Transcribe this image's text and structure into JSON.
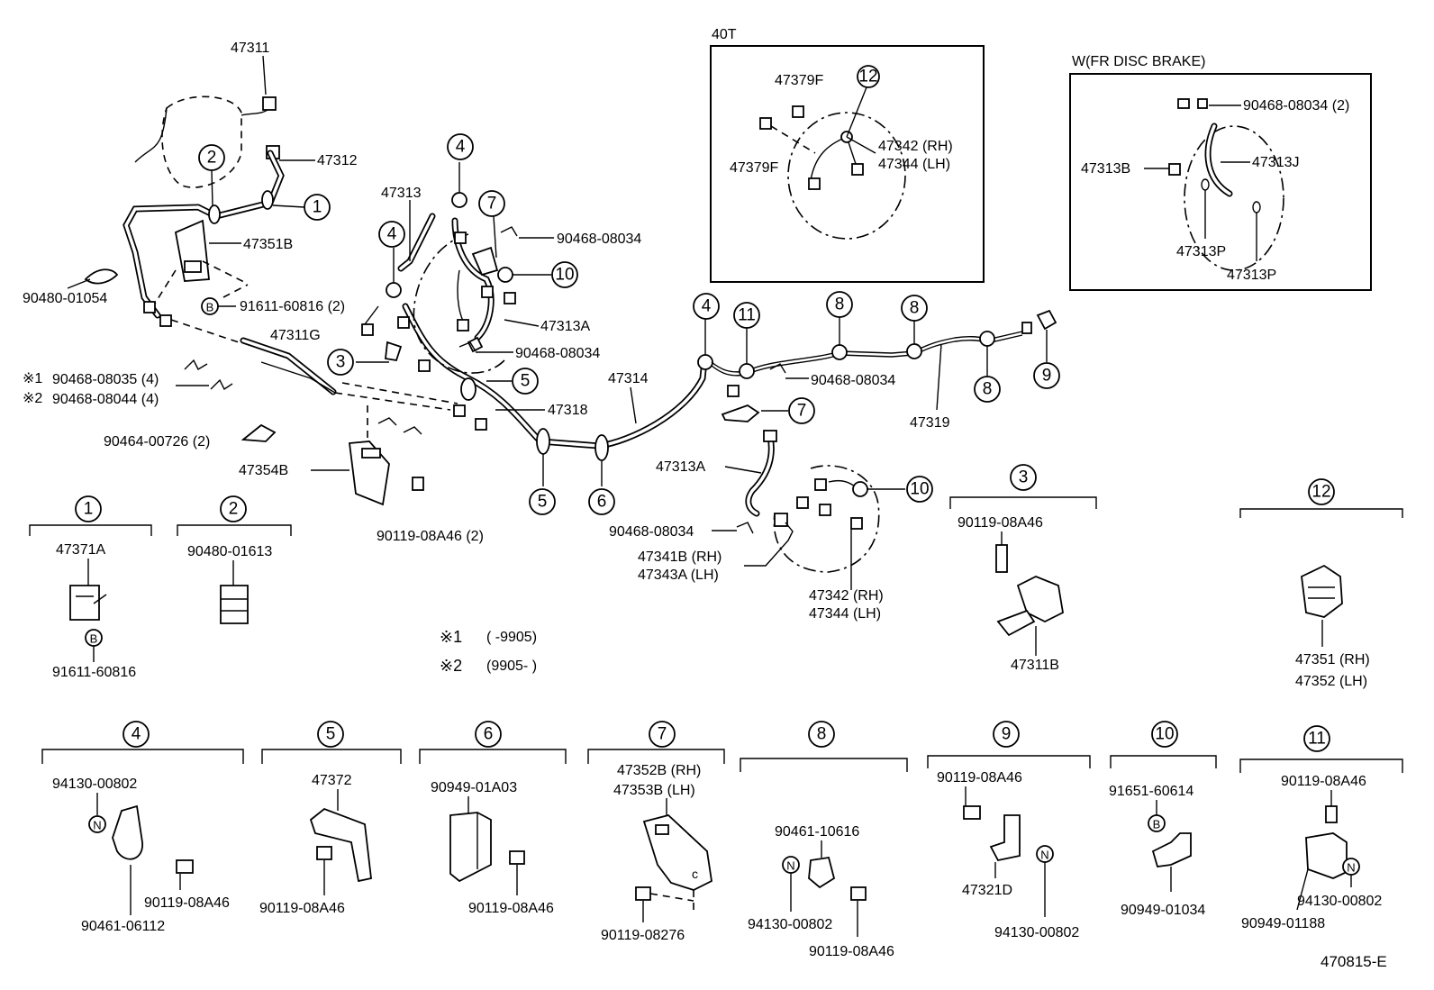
{
  "diagram_id": "470815-E",
  "inset_40t": {
    "title": "40T",
    "labels": [
      "47379F",
      "47379F",
      "47342 (RH)",
      "47344 (LH)"
    ]
  },
  "inset_fr_disc": {
    "title": "W(FR DISC BRAKE)",
    "labels": [
      "90468-08034 (2)",
      "47313B",
      "47313J",
      "47313P",
      "47313P"
    ]
  },
  "main_labels": {
    "p47311": "47311",
    "p47312": "47312",
    "p47351b": "47351B",
    "p90480_01054": "90480-01054",
    "p91611_2": "91611-60816 (2)",
    "p47311g": "47311G",
    "p90468_08035": "90468-08035 (4)",
    "p90468_08044": "90468-08044 (4)",
    "p90464": "90464-00726 (2)",
    "p47354b": "47354B",
    "p47313": "47313",
    "p90468_a": "90468-08034",
    "p47313a_a": "47313A",
    "p90468_b": "90468-08034",
    "p47318": "47318",
    "p47314": "47314",
    "p90119_2": "90119-08A46 (2)",
    "p90468_c": "90468-08034",
    "p47319": "47319",
    "p47313a_b": "47313A",
    "p90468_d": "90468-08034",
    "p47341b": "47341B (RH)",
    "p47343a": "47343A (LH)",
    "p47342": "47342 (RH)",
    "p47344": "47344 (LH)"
  },
  "notes": {
    "n1_mark": "※1",
    "n2_mark": "※2",
    "n1_text": "(      -9905)",
    "n2_text": "(9905-      )"
  },
  "callouts": [
    "1",
    "2",
    "3",
    "4",
    "5",
    "6",
    "7",
    "8",
    "9",
    "10",
    "11",
    "12"
  ],
  "detail_groups": [
    {
      "num": "1",
      "labels": [
        "47371A",
        "91611-60816"
      ]
    },
    {
      "num": "2",
      "labels": [
        "90480-01613"
      ]
    },
    {
      "num": "3",
      "labels": [
        "90119-08A46",
        "47311B"
      ]
    },
    {
      "num": "12",
      "labels": [
        "47351 (RH)",
        "47352 (LH)"
      ]
    },
    {
      "num": "4",
      "labels": [
        "94130-00802",
        "90119-08A46",
        "90461-06112"
      ]
    },
    {
      "num": "5",
      "labels": [
        "47372",
        "90119-08A46"
      ]
    },
    {
      "num": "6",
      "labels": [
        "90949-01A03",
        "90119-08A46"
      ]
    },
    {
      "num": "7",
      "labels": [
        "47352B (RH)",
        "47353B (LH)",
        "90119-08276"
      ]
    },
    {
      "num": "8",
      "labels": [
        "90461-10616",
        "94130-00802",
        "90119-08A46"
      ]
    },
    {
      "num": "9",
      "labels": [
        "90119-08A46",
        "47321D",
        "94130-00802"
      ]
    },
    {
      "num": "10",
      "labels": [
        "91651-60614",
        "90949-01034"
      ]
    },
    {
      "num": "11",
      "labels": [
        "90119-08A46",
        "94130-00802",
        "90949-01188"
      ]
    }
  ],
  "symbols": {
    "b": "B",
    "n": "N",
    "c": "c"
  }
}
